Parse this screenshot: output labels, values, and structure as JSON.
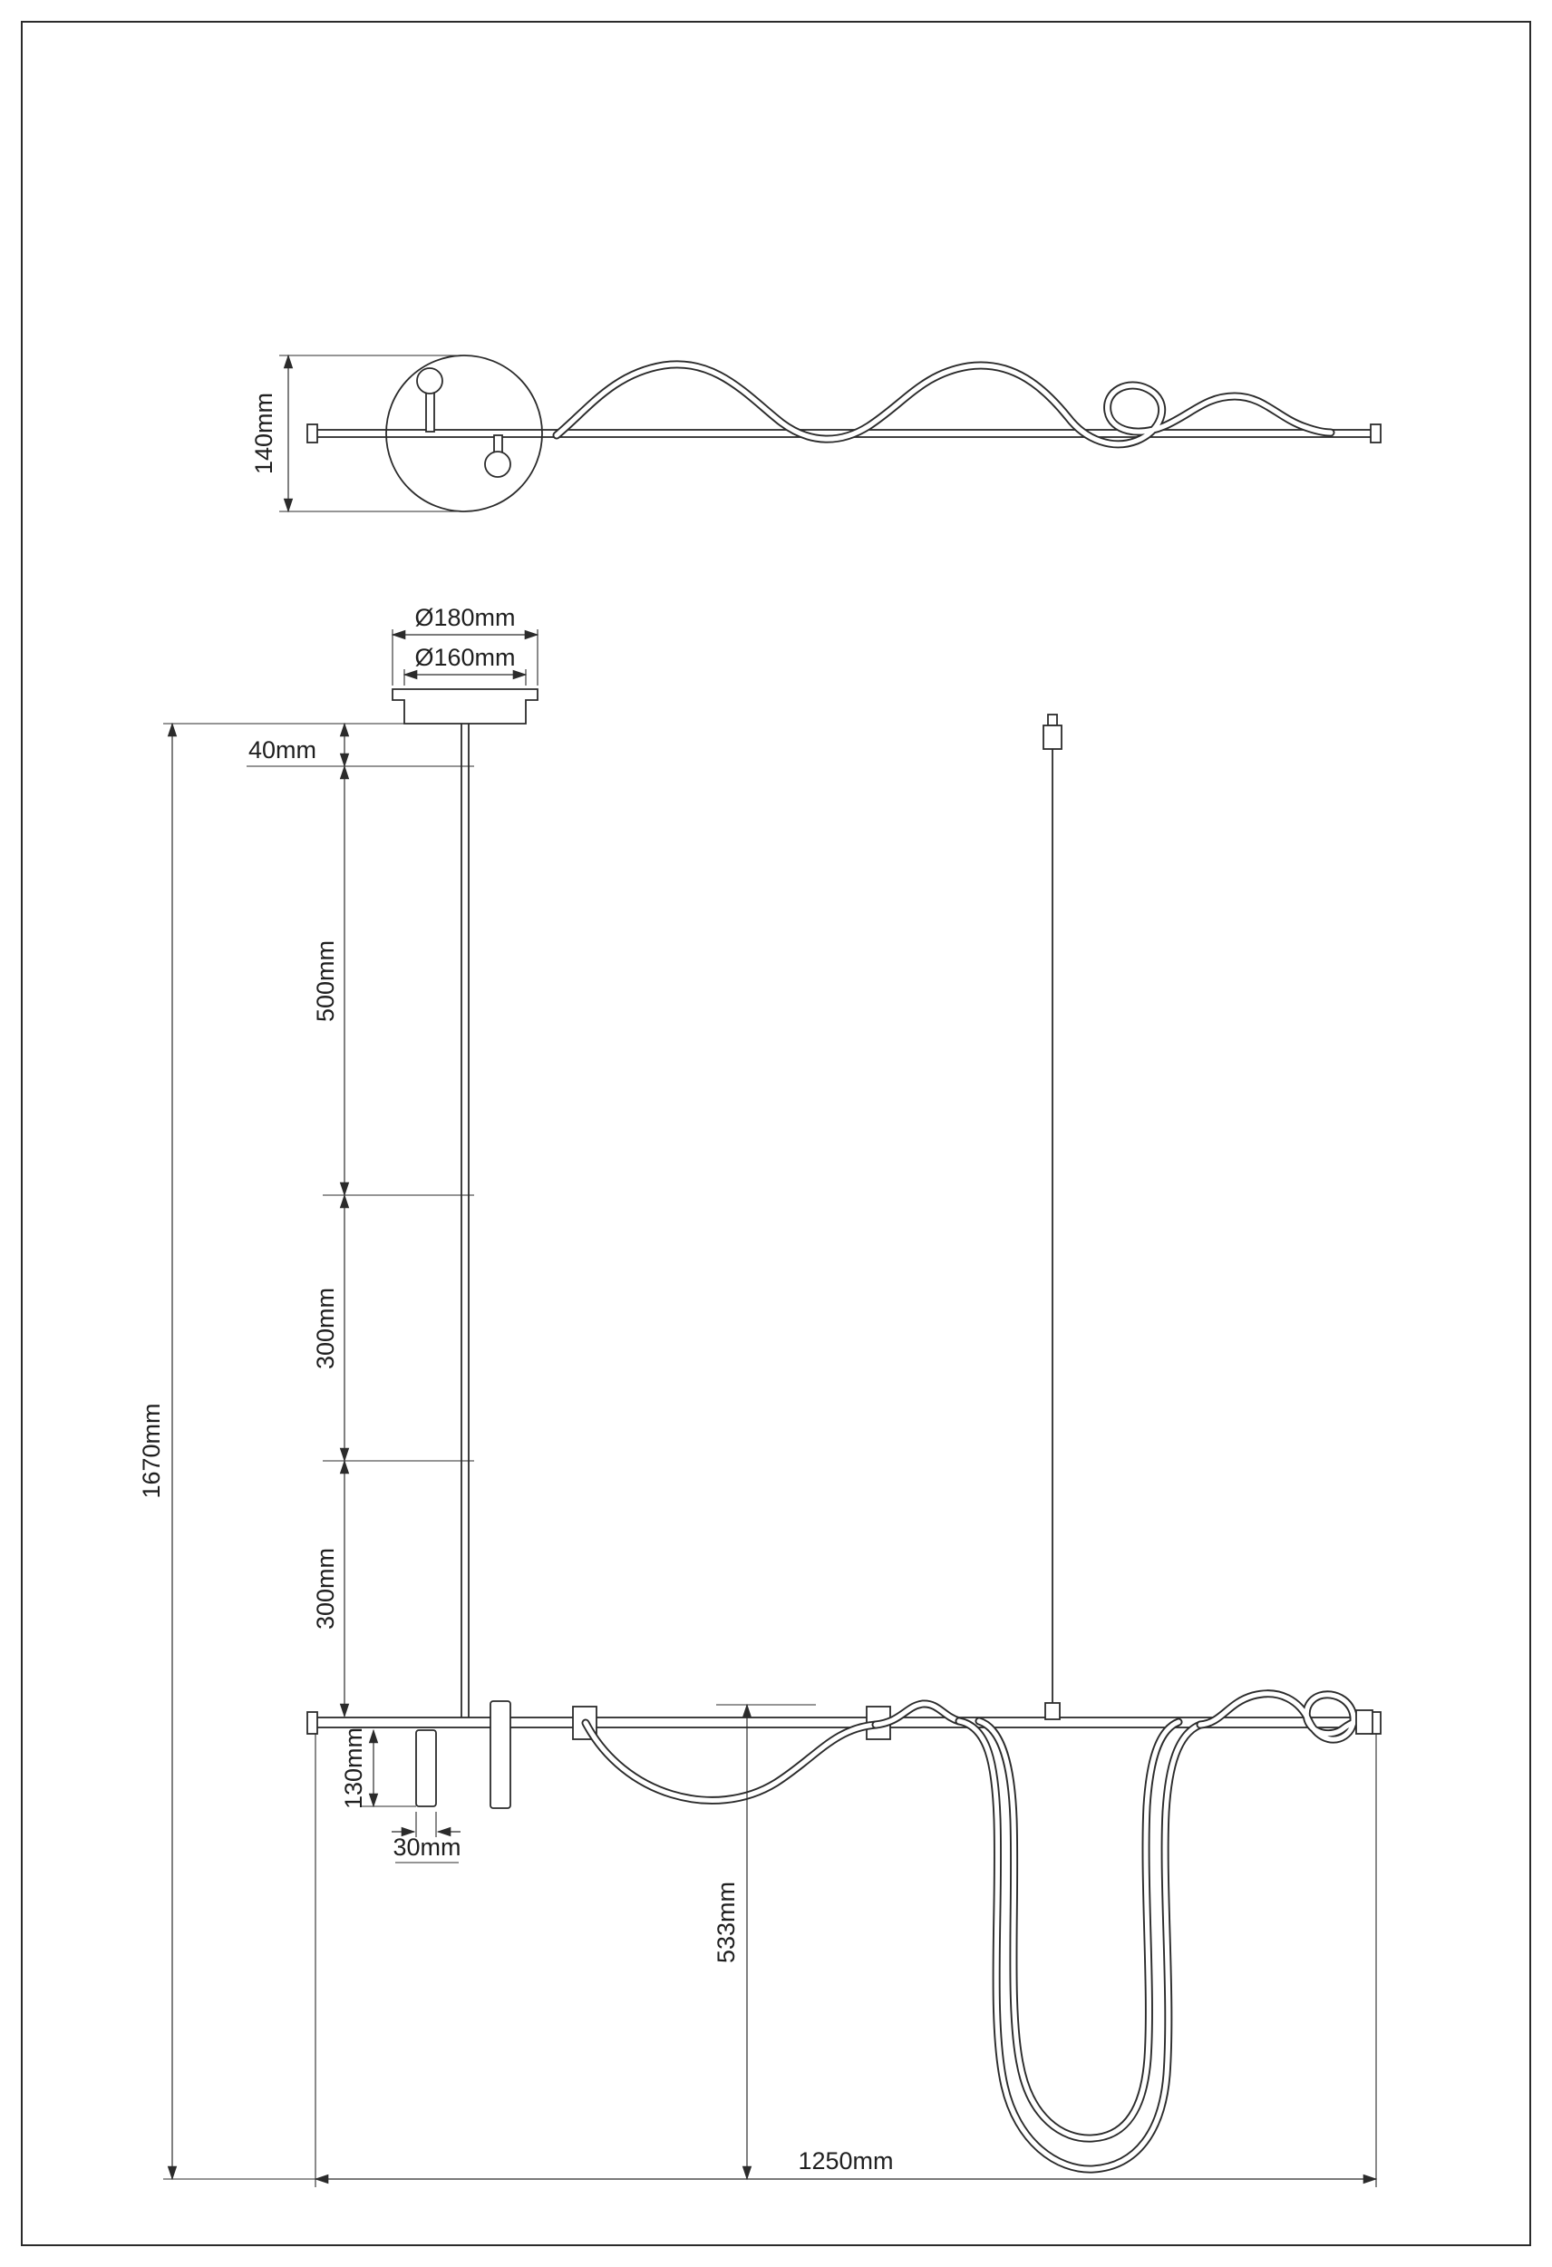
{
  "page": {
    "colors": {
      "line": "#2b2b2b",
      "background": "#ffffff"
    }
  },
  "top_view": {
    "dim_canopy_height": "140mm"
  },
  "front_view": {
    "dim_canopy_outer": "Ø180mm",
    "dim_canopy_inner": "Ø160mm",
    "dim_rod_top": "40mm",
    "dim_rod_seg1": "500mm",
    "dim_rod_seg2": "300mm",
    "dim_rod_seg3": "300mm",
    "dim_total_height": "1670mm",
    "dim_driver_length": "130mm",
    "dim_driver_width": "30mm",
    "dim_drop": "533mm",
    "dim_bar_length": "1250mm"
  }
}
